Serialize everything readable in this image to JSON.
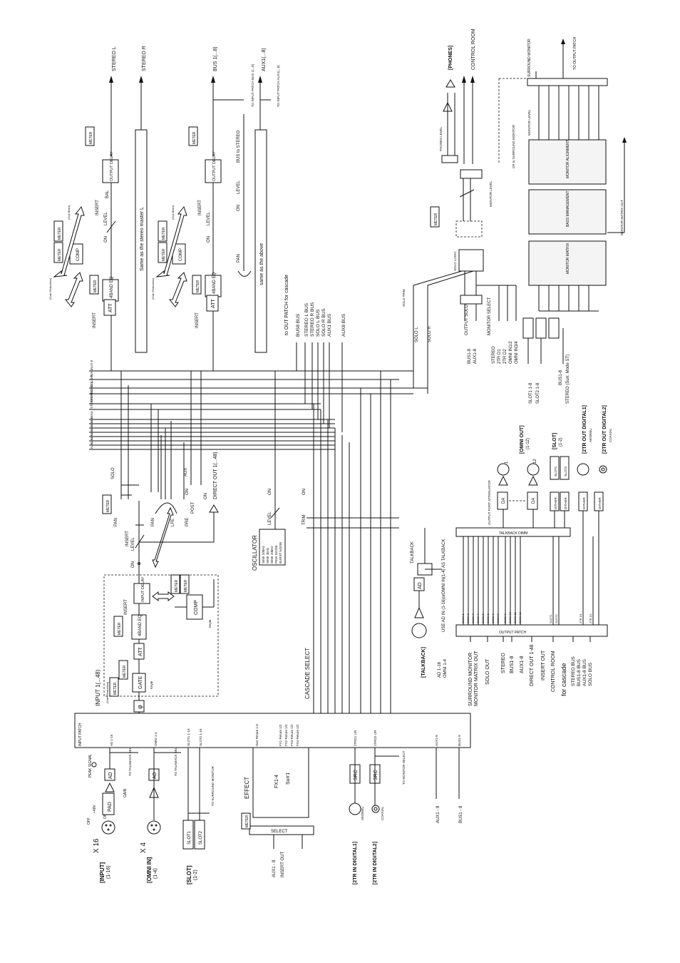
{
  "inputs": {
    "input_main": "[INPUT]",
    "input_sub": "(1-16)",
    "input_x": "X 16",
    "omni_main": "[OMNI IN]",
    "omni_sub": "(1-4)",
    "omni_x": "X 4",
    "slot_main": "[SLOT]",
    "slot_sub": "(1-2)",
    "slot1": "SLOT1",
    "slot2": "SLOT2",
    "digital1": "[2TR IN DIGITAL1]",
    "digital1_sub": "AES/EBU",
    "digital2": "[2TR IN DIGITAL2]",
    "digital2_sub": "COAXIAL",
    "pad": "PAD",
    "ad": "AD",
    "gain": "GAIN",
    "peak_signal": "PEAK SIGNAL",
    "src": "SRC",
    "plus48v": "+48V",
    "on": "ON",
    "off": "OFF",
    "to_talkback": "TO TALKBACK SELECT",
    "to_surround": "TO SURROUND MONITOR",
    "to_monitor_select": "TO MONITOR SELECT",
    "aux_label": "AUX1 - 8",
    "bus_label": "BUS1 - 8",
    "insert_out": "INSERT OUT",
    "effect": "EFFECT",
    "fx": "FX1-4",
    "surr1": "Surr1",
    "select": "SELECT",
    "meter": "METER"
  },
  "input_patch": {
    "title": "INPUT PATCH",
    "labels": [
      "AD 1-16",
      "OMNI 1-4",
      "SLOT1 1-16",
      "SLOT2 1-16",
      "Surr Return 1-6",
      "FX1 Return 1/2",
      "FX2 Return 1/2",
      "FX3 Return 1/2",
      "FX4 Return 1/2",
      "2TRD1 L/R",
      "2TRD2 L/R",
      "AUX1-8",
      "BUS1-8"
    ]
  },
  "channel": {
    "title": "INPUT 1(...48)",
    "gate": "GATE",
    "att": "ATT",
    "eq": "4BAND EQ",
    "input_delay": "INPUT DELAY",
    "comp": "COMP",
    "insert": "INSERT",
    "on": "ON",
    "level": "LEVEL",
    "pan": "PAN",
    "lfe": "LFE",
    "pre": "PRE",
    "post": "POST",
    "aux": "AUX",
    "solo": "SOLO",
    "direct_out": "DIRECT OUT 1(...48)",
    "key_in": "Keyin",
    "gain_reduction": "(Gain Reduction)",
    "out_meter": "(Out Meter)"
  },
  "buses": [
    "AUX 8",
    "AUX 1",
    "SOLO R",
    "SOLO L",
    "STEREO R",
    "STEREO L",
    "BUS8",
    "BUS7",
    "BUS6",
    "BUS5",
    "BUS4",
    "BUS3",
    "BUS2",
    "BUS1"
  ],
  "oscillator": {
    "title": "OSCILLATOR",
    "modes": [
      "SINE 100Hz",
      "SINE 1kHz",
      "SINE 10kHz",
      "PINK NOISE",
      "BURST NOISE"
    ],
    "level": "LEVEL",
    "on": "ON",
    "trim": "TRIM",
    "cascade_select": "CASCADE SELECT"
  },
  "masters": {
    "stereo_l": "STEREO L",
    "stereo_r": "STEREO R",
    "bus": "BUS 1(...8)",
    "aux": "AUX1(...8)",
    "output_delay": "OUTPUT DELAY",
    "same_stereo": "Same as the stereo master L",
    "same_above": "same as the above",
    "bus_to_stereo": "BUS to STEREO",
    "bal": "BAL",
    "to_input_patch_bus": "TO INPUT PATCH BUS 1(...8)",
    "to_input_patch_aux": "TO INPUT PATCH AUX1(...8)"
  },
  "cascade": {
    "to_out_patch": "to OUT PATCH for cascade",
    "buses": [
      "BUS8 BUS",
      "STEREO L BUS",
      "STEREO R BUS",
      "SOLO L BUS",
      "SOLO R BUS",
      "AUX1 BUS",
      "AUX8 BUS"
    ]
  },
  "monitor": {
    "phones": "[PHONES]",
    "control_room": "CONTROL ROOM",
    "surround_monitor": "SURROUND MONITOR",
    "to_output_patch": "TO OUTPUT PATCH",
    "phones_level": "PHONES LEVEL",
    "monitor_level": "MONITOR LEVEL",
    "monitor_alignment": "MONITOR ALIGNMENT",
    "bass_management": "BASS MANAGEMENT",
    "monitor_matrix": "MONITOR MATRIX",
    "monitor_matrix_out": "MONITOR MATRIX OUT",
    "solo_logic": "SOLO LOGIC",
    "solo_trim": "SOLO TRIM",
    "solo_l": "SOLO L",
    "solo_r": "SOLO R",
    "output_solo": "OUTPUT SOLO",
    "monitor_select": "MONITOR SELECT",
    "sel_items": [
      "BUS1-8",
      "AUX1-8",
      "STEREO",
      "2TR D1",
      "2TR D2",
      "OMNI IN1/2",
      "OMNI IN3/4"
    ],
    "cr_to_surround": "CR to SURROUND MONITOR",
    "slot_sel": [
      "SLOT1 1-8",
      "SLOT2 1-8",
      "STEREO (Surr. Mode ST)",
      "BUS1-8"
    ]
  },
  "talkback": {
    "title": "[TALKBACK]",
    "talkback": "TALKBACK",
    "use_ad": "USE AD IN (1-16)orOMNI IN(1-4) AS TALKBACK",
    "ad": "AD",
    "ad_in": "AD 1-16",
    "omni": "OMNI 1-4"
  },
  "outputs": {
    "output_patch": "OUTPUT PATCH",
    "omni_labels": [
      "OMNI 1",
      "OMNI 2",
      "OMNI 3",
      "OMNI 4",
      "OMNI 5",
      "OMNI 6",
      "OMNI 7",
      "OMNI 8",
      "OMNI 9",
      "OMNI 10",
      "OMNI 11",
      "OMNI 12"
    ],
    "slot_labels": [
      "SLOT1",
      "SLOT2"
    ],
    "tr_labels": [
      "2TR D1",
      "2TR D2"
    ],
    "sources": [
      "SURROUND MONITOR",
      "MONITOR MATRIX OUT",
      "SOLO OUT",
      "STEREO",
      "BUS1-8",
      "AUX1-8",
      "DIRECT OUT 1-48",
      "INSERT OUT",
      "CONTROL ROOM"
    ],
    "for_cascade": "for cascade",
    "cascade_buses": [
      "STEREO BUS",
      "BUS1-8 BUS",
      "AUX1-8 BUS",
      "SOLO BUS"
    ],
    "talkback_dimm": "TALKBACK DIMM",
    "output_att": "OUTPUT PORT ATTENUATOR",
    "da": "DA",
    "dither": "DITHER",
    "omni_out": "[OMNI OUT]",
    "omni_out_sub": "(1-12)",
    "slot_out": "[SLOT]",
    "slot_out_sub": "(1-2)",
    "dig1": "[2TR OUT DIGITAL1]",
    "dig1_sub": "AES/EBU",
    "dig2": "[2TR OUT DIGITAL2]",
    "dig2_sub": "COAXIAL",
    "omni_1": "1",
    "omni_12": "12"
  }
}
